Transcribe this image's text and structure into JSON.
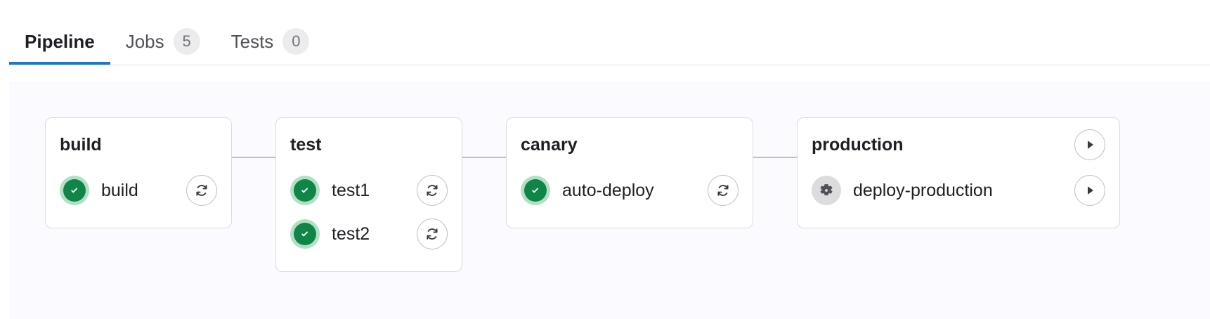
{
  "tabs": [
    {
      "label": "Pipeline",
      "badge": null,
      "active": true,
      "name": "tab-pipeline"
    },
    {
      "label": "Jobs",
      "badge": "5",
      "active": false,
      "name": "tab-jobs"
    },
    {
      "label": "Tests",
      "badge": "0",
      "active": false,
      "name": "tab-tests"
    }
  ],
  "colors": {
    "accent": "#1f75cb",
    "success": "#108548",
    "success_halo": "#b3e0c4",
    "manual": "#737278",
    "manual_halo": "#dcdcde",
    "canvas_bg": "#fafaff",
    "card_border": "#dcdcde",
    "connector": "#bfbfc3",
    "text": "#1f1e24",
    "muted_text": "#737278"
  },
  "pipeline": {
    "stages": [
      {
        "name": "build",
        "title": "build",
        "header_action": null,
        "jobs": [
          {
            "name": "build",
            "status": "success",
            "status_icon": "check-circle-icon",
            "action": "retry",
            "action_icon": "retry-icon"
          }
        ]
      },
      {
        "name": "test",
        "title": "test",
        "header_action": null,
        "jobs": [
          {
            "name": "test1",
            "status": "success",
            "status_icon": "check-circle-icon",
            "action": "retry",
            "action_icon": "retry-icon"
          },
          {
            "name": "test2",
            "status": "success",
            "status_icon": "check-circle-icon",
            "action": "retry",
            "action_icon": "retry-icon"
          }
        ]
      },
      {
        "name": "canary",
        "title": "canary",
        "header_action": null,
        "jobs": [
          {
            "name": "auto-deploy",
            "status": "success",
            "status_icon": "check-circle-icon",
            "action": "retry",
            "action_icon": "retry-icon"
          }
        ]
      },
      {
        "name": "production",
        "title": "production",
        "header_action": "play",
        "header_action_icon": "play-icon",
        "jobs": [
          {
            "name": "deploy-production",
            "status": "manual",
            "status_icon": "gear-icon",
            "action": "play",
            "action_icon": "play-icon"
          }
        ]
      }
    ]
  }
}
